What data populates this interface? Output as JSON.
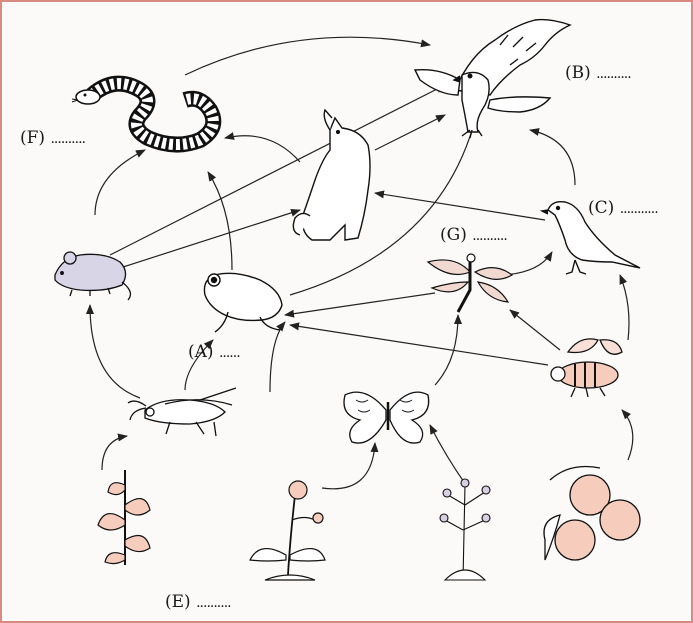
{
  "labels": {
    "A": "(A)",
    "B": "(B)",
    "C": "(C)",
    "E": "(E)",
    "F": "(F)",
    "G": "(G)"
  },
  "blanks": {
    "A": "......",
    "B": "..........",
    "C": "...........",
    "E": "..........",
    "F": "..........",
    "G": ".........."
  },
  "colors": {
    "border": "#d98b7f",
    "line": "#222222",
    "peach": "#f6cdbd",
    "mouse": "#d7d5e6"
  },
  "organisms": [
    "snake-icon",
    "eagle-icon",
    "wolf-icon",
    "bird-icon",
    "mouse-icon",
    "frog-icon",
    "dragonfly-icon",
    "grasshopper-icon",
    "butterfly-icon",
    "bee-icon",
    "leafy-plant-icon",
    "flower-icon",
    "lavender-icon",
    "peaches-icon"
  ]
}
